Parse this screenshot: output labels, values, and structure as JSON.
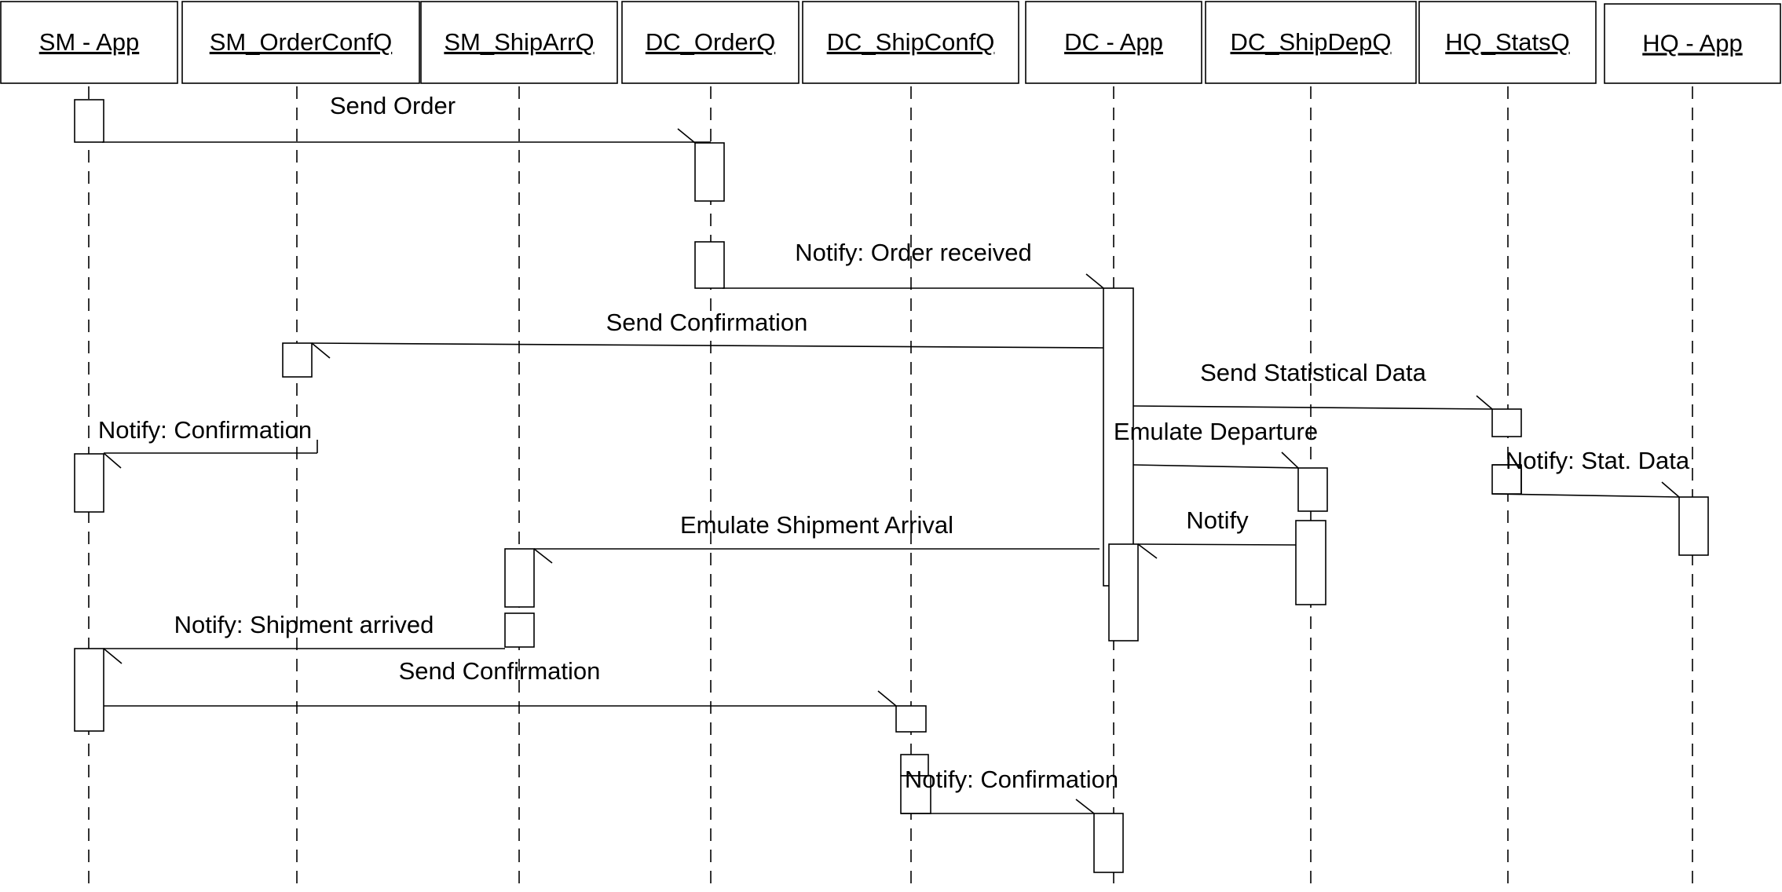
{
  "lifelines": [
    {
      "id": "sm_app",
      "label": "SM - App"
    },
    {
      "id": "sm_orderconfq",
      "label": "SM_OrderConfQ"
    },
    {
      "id": "sm_shiparrq",
      "label": "SM_ShipArrQ"
    },
    {
      "id": "dc_orderq",
      "label": "DC_OrderQ"
    },
    {
      "id": "dc_shipconfq",
      "label": "DC_ShipConfQ"
    },
    {
      "id": "dc_app",
      "label": "DC - App"
    },
    {
      "id": "dc_shipdepq",
      "label": "DC_ShipDepQ"
    },
    {
      "id": "hq_statsq",
      "label": "HQ_StatsQ"
    },
    {
      "id": "hq_app",
      "label": "HQ - App"
    }
  ],
  "messages": [
    {
      "label": "Send Order",
      "from": "sm_app",
      "to": "dc_orderq"
    },
    {
      "label": "Notify: Order received",
      "from": "dc_orderq",
      "to": "dc_app"
    },
    {
      "label": "Send Confirmation",
      "from": "dc_app",
      "to": "sm_orderconfq"
    },
    {
      "label": "Send Statistical Data",
      "from": "dc_app",
      "to": "hq_statsq"
    },
    {
      "label": "Notify: Confirmation",
      "from": "sm_orderconfq",
      "to": "sm_app"
    },
    {
      "label": "Emulate Departure",
      "from": "dc_app",
      "to": "dc_shipdepq"
    },
    {
      "label": "Notify: Stat. Data",
      "from": "hq_statsq",
      "to": "hq_app"
    },
    {
      "label": "Emulate Shipment Arrival",
      "from": "dc_app",
      "to": "sm_shiparrq"
    },
    {
      "label": "Notify",
      "from": "dc_shipdepq",
      "to": "dc_app"
    },
    {
      "label": "Notify: Shipment arrived",
      "from": "sm_shiparrq",
      "to": "sm_app"
    },
    {
      "label": "Send Confirmation",
      "from": "sm_app",
      "to": "dc_shipconfq"
    },
    {
      "label": "Notify: Confirmation",
      "from": "dc_shipconfq",
      "to": "dc_app"
    }
  ]
}
